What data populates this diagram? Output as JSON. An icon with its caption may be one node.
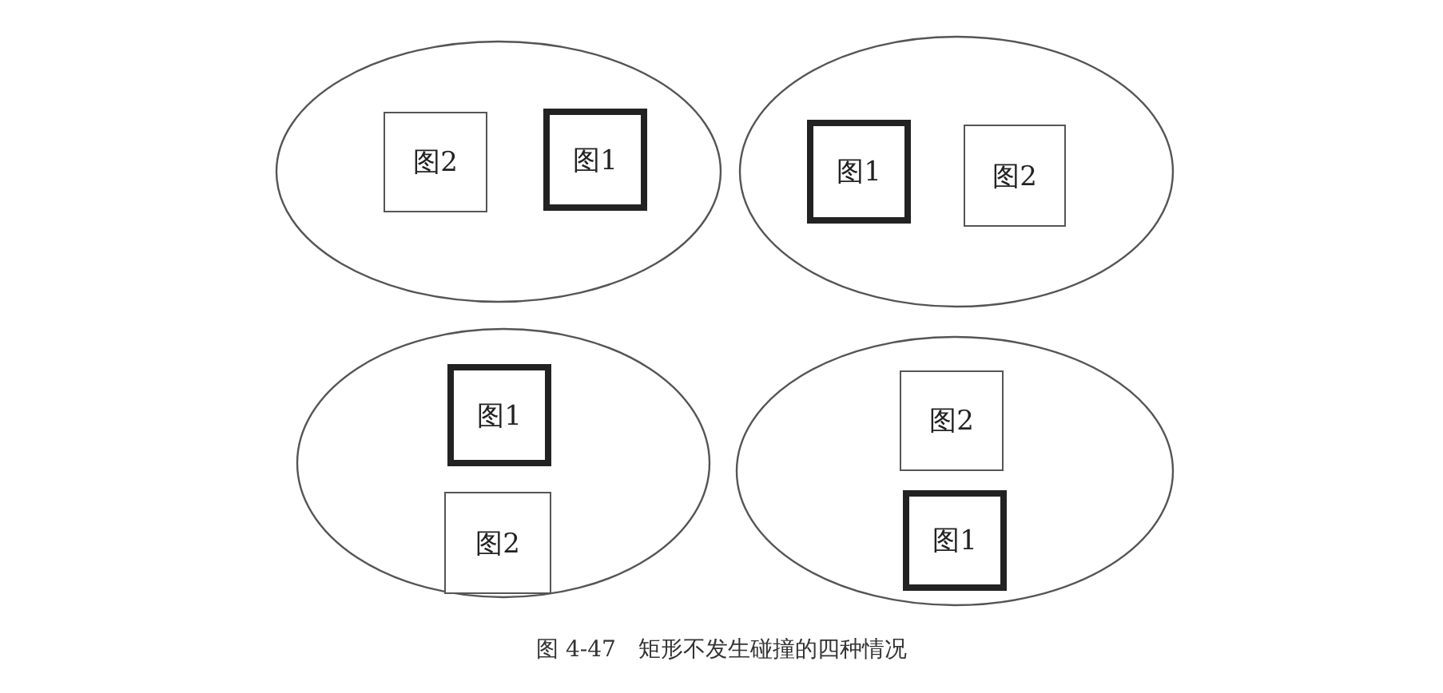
{
  "diagram": {
    "caption": "图 4-47　矩形不发生碰撞的四种情况",
    "nodes": [
      {
        "text": [],
        "shape": "ellipse"
      },
      {
        "text": [
          "图2"
        ],
        "in": 0
      },
      {
        "text": [
          "图1"
        ],
        "in": 0
      },
      {
        "text": [],
        "shape": "ellipse"
      },
      {
        "text": [
          "图1"
        ],
        "in": 3
      },
      {
        "text": [
          "图2"
        ],
        "in": 3
      },
      {
        "text": [],
        "shape": "ellipse"
      },
      {
        "text": [
          "图1"
        ],
        "in": 6
      },
      {
        "text": [
          "图2"
        ],
        "in": 6
      },
      {
        "text": [],
        "shape": "ellipse"
      },
      {
        "text": [
          "图2"
        ],
        "in": 9
      },
      {
        "text": [
          "图1"
        ],
        "in": 9
      }
    ],
    "edges": []
  }
}
